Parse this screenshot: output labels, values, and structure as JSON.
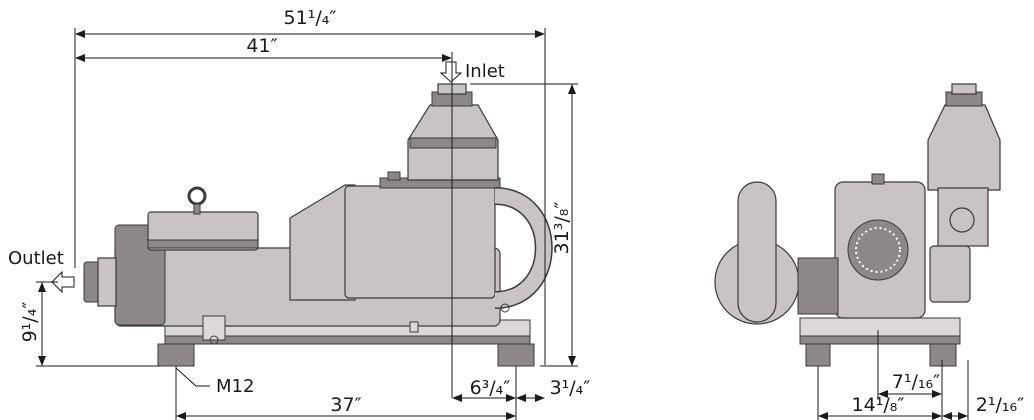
{
  "dimensions": {
    "overall_length": "51¹/₄″",
    "inlet_length": "41″",
    "height": "31³/₈″",
    "outlet_height": "9¹/₄″",
    "foot_spacing": "37″",
    "inlet_offset": "6³/₄″",
    "right_overhang": "3¹/₄″",
    "side_foot_half": "7¹/₁₆″",
    "side_foot_width": "14¹/₈″",
    "side_overhang": "2¹/₁₆″"
  },
  "labels": {
    "inlet": "Inlet",
    "outlet": "Outlet",
    "bolt": "M12"
  },
  "colors": {
    "body": "#c9c3c6",
    "dark": "#8d878a",
    "line": "#1a1a1a"
  }
}
